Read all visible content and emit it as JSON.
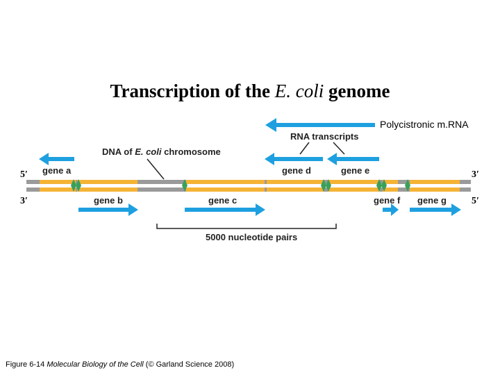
{
  "title": {
    "prefix": "Transcription of the ",
    "italic": "E. coli",
    "suffix": " genome"
  },
  "polycistronic_label": "Polycistronic m.RNA",
  "rna_transcripts_label": "RNA transcripts",
  "dna_label": {
    "prefix": "DNA of ",
    "italic": "E. coli",
    "suffix": " chromosome"
  },
  "strand_ends": {
    "top_left": "5′",
    "top_right": "3′",
    "bottom_left": "3′",
    "bottom_right": "5′"
  },
  "genes": {
    "a": "gene a",
    "b": "gene b",
    "c": "gene c",
    "d": "gene d",
    "e": "gene e",
    "f": "gene f",
    "g": "gene g"
  },
  "scale_label": "5000 nucleotide pairs",
  "caption": {
    "figure": "Figure 6-14 ",
    "book": "Molecular Biology of the Cell",
    "rest": " (© Garland Science 2008)"
  },
  "colors": {
    "arrow_blue": "#1ea0e0",
    "gene_orange": "#f5b335",
    "dna_gray": "#9a9a9a",
    "junction_green": "#3aa05a"
  }
}
